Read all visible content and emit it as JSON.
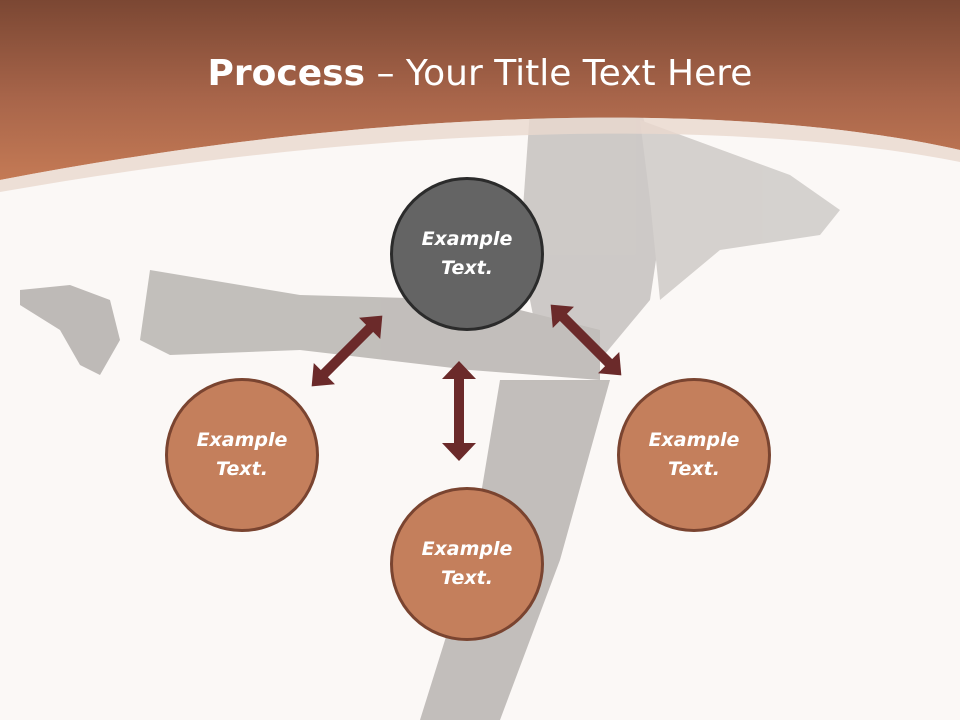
{
  "title": {
    "bold": "Process",
    "rest": " – Your Title Text Here"
  },
  "nodes": [
    {
      "line1": "Example",
      "line2": "Text."
    },
    {
      "line1": "Example",
      "line2": "Text."
    },
    {
      "line1": "Example",
      "line2": "Text."
    },
    {
      "line1": "Example",
      "line2": "Text."
    }
  ],
  "colors": {
    "header": "#b06a4a",
    "node_fill": "#c47f5c",
    "node_border": "#7a4430",
    "center_fill": "#646464",
    "arrow": "#6b2a2a",
    "background": "#fbf8f6"
  }
}
